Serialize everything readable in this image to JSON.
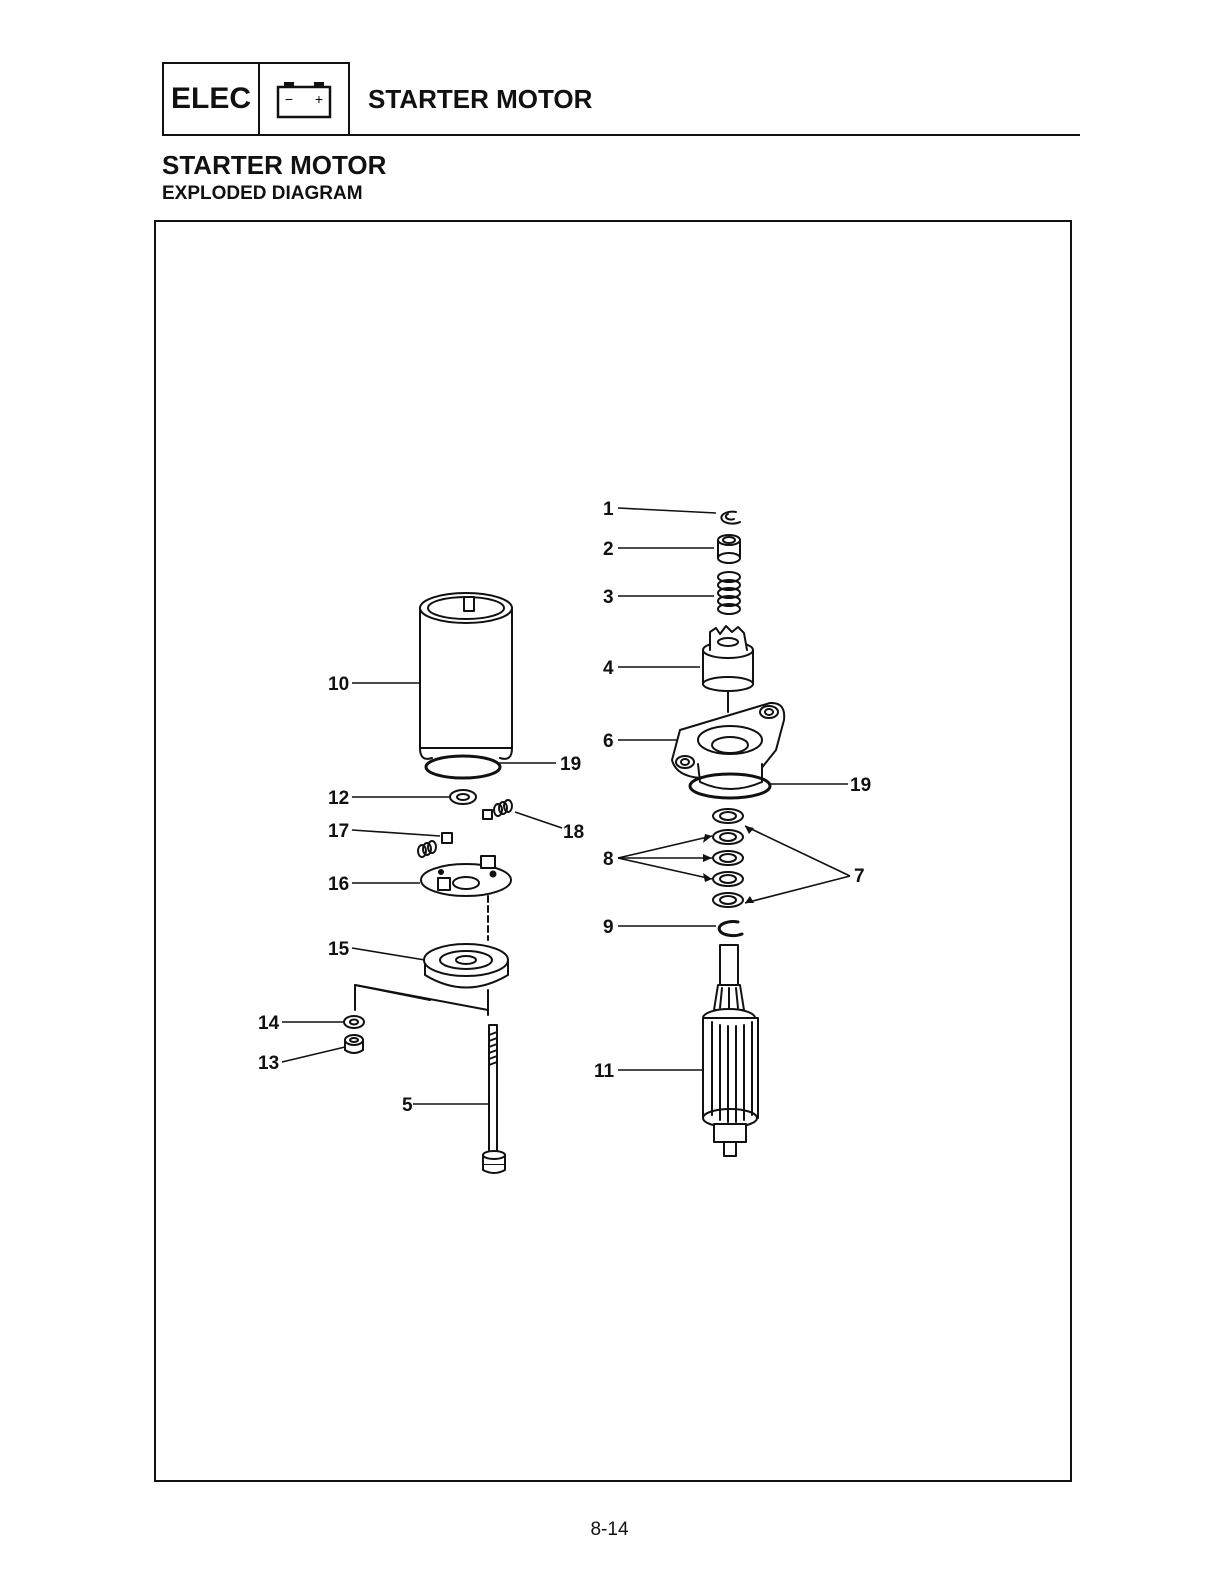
{
  "header": {
    "section_code": "ELEC",
    "battery_minus": "−",
    "battery_plus": "+",
    "title": "STARTER MOTOR"
  },
  "section": {
    "title": "STARTER MOTOR",
    "subtitle": "EXPLODED DIAGRAM"
  },
  "diagram": {
    "callouts": [
      "1",
      "2",
      "3",
      "4",
      "6",
      "19",
      "8",
      "7",
      "9",
      "11",
      "10",
      "19",
      "12",
      "18",
      "17",
      "16",
      "15",
      "14",
      "13",
      "5"
    ]
  },
  "footer": {
    "page_number": "8-14"
  }
}
